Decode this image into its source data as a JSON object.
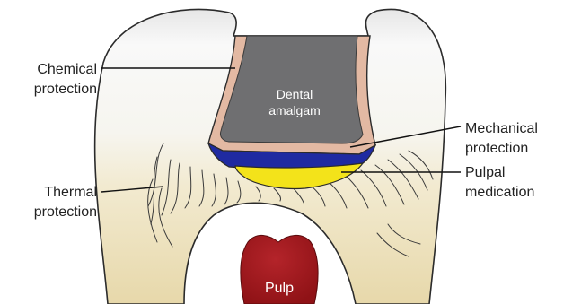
{
  "labels": {
    "chemical_line1": "Chemical",
    "chemical_line2": "protection",
    "dental_line1": "Dental",
    "dental_line2": "amalgam",
    "mechanical_line1": "Mechanical",
    "mechanical_line2": "protection",
    "pulpal_line1": "Pulpal",
    "pulpal_line2": "medication",
    "thermal_line1": "Thermal",
    "thermal_line2": "protection",
    "pulp": "Pulp"
  },
  "colors": {
    "amalgam": "#6f6f71",
    "chemical_liner": "#e3b9a3",
    "mechanical_base": "#1f2aa1",
    "medication": "#f3e31a",
    "pulp": "#a3171b",
    "dentin": "#efe4c2",
    "enamel": "#e9e9e9"
  }
}
